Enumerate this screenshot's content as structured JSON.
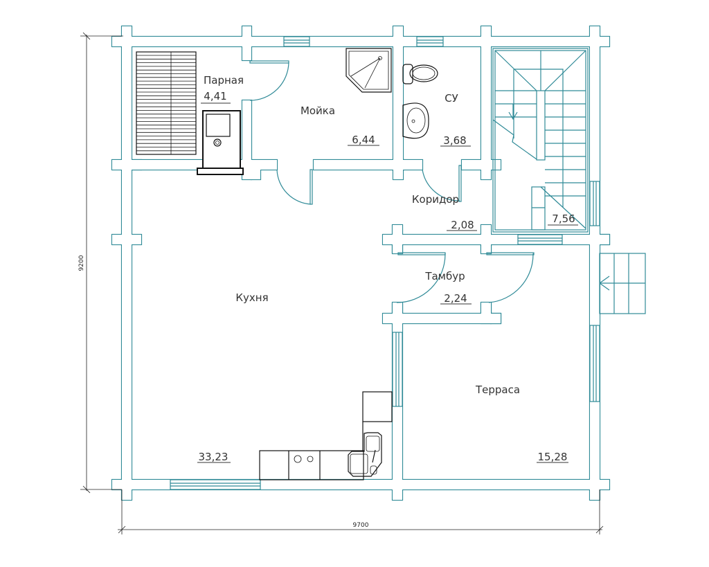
{
  "title": "Ground floor plan",
  "colors": {
    "walls": "#2f8a97",
    "furniture": "#111111",
    "text": "#333333"
  },
  "rooms": [
    {
      "id": "parnaya",
      "name": "Парная",
      "area": "4,41"
    },
    {
      "id": "moyka",
      "name": "Мойка",
      "area": "6,44"
    },
    {
      "id": "su",
      "name": "СУ",
      "area": "3,68"
    },
    {
      "id": "koridor",
      "name": "Коридор",
      "area": "2,08"
    },
    {
      "id": "stairs",
      "name": "",
      "area": "7,56"
    },
    {
      "id": "tambur",
      "name": "Тамбур",
      "area": "2,24"
    },
    {
      "id": "kukhnya",
      "name": "Кухня",
      "area": "33,23"
    },
    {
      "id": "terrasa",
      "name": "Терраса",
      "area": "15,28"
    }
  ],
  "dimensions": {
    "height": "9200",
    "width": "9700"
  }
}
